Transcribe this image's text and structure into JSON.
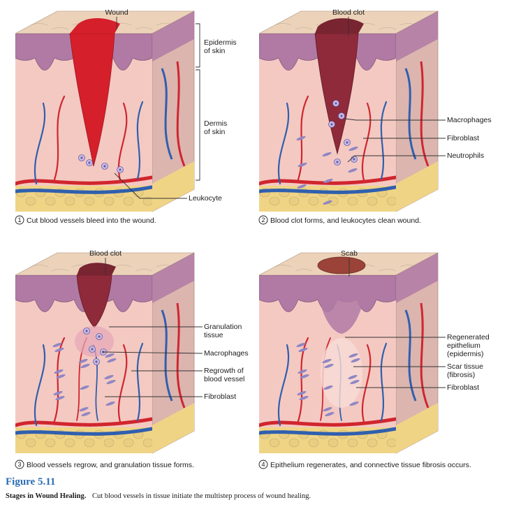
{
  "colors": {
    "skin_top": "#ecd2b9",
    "epidermis": "#b07aa4",
    "dermis": "#f4c9c2",
    "fat": "#f0d486",
    "artery": "#d0262e",
    "vein": "#2f5fae",
    "blood_fresh": "#d51f2b",
    "clot": "#8e2a3a",
    "scab": "#9b4338",
    "fibroblast": "#8f86c3",
    "accent_title": "#2b6db3"
  },
  "panels": [
    {
      "number": "1",
      "caption": "Cut blood vessels bleed into the wound.",
      "top_label": "Wound",
      "labels": [
        "Epidermis\nof skin",
        "Dermis\nof skin",
        "Leukocyte"
      ]
    },
    {
      "number": "2",
      "caption": "Blood clot forms, and leukocytes clean wound.",
      "top_label": "Blood clot",
      "labels": [
        "Macrophages",
        "Fibroblast",
        "Neutrophils"
      ]
    },
    {
      "number": "3",
      "caption": "Blood vessels regrow, and granulation tissue forms.",
      "top_label": "Blood clot",
      "labels": [
        "Granulation\ntissue",
        "Macrophages",
        "Regrowth of\nblood vessel",
        "Fibroblast"
      ]
    },
    {
      "number": "4",
      "caption": "Epithelium regenerates, and connective tissue fibrosis occurs.",
      "top_label": "Scab",
      "labels": [
        "Regenerated\nepithelium\n(epidermis)",
        "Scar tissue\n(fibrosis)",
        "Fibroblast"
      ]
    }
  ],
  "figure": {
    "title": "Figure 5.11",
    "caption_lead": "Stages in Wound Healing.",
    "caption_text": "Cut blood vessels in tissue initiate the multistep process of wound healing."
  }
}
